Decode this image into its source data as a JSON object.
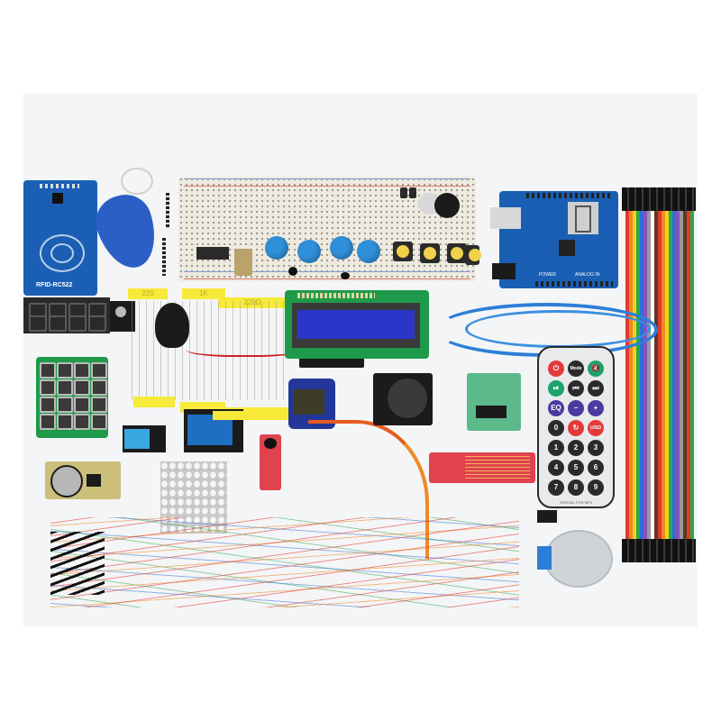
{
  "scene": {
    "description": "Arduino-compatible electronics starter kit laid out on a white background",
    "background_color": "#f4f5f7"
  },
  "components": {
    "rfid_module": {
      "label": "RFID-RC522",
      "color": "#1a5fb4"
    },
    "rfid_keyfob": {
      "color": "#2c5fc6"
    },
    "breadboard": {
      "color": "#efeae0"
    },
    "arduino_board": {
      "header_labels": [
        "POWER",
        "ANALOG IN"
      ],
      "color": "#1a5fb4"
    },
    "seven_segment_single": {
      "color": "#cfcfcf"
    },
    "seven_segment_4digit": {
      "digits": 4,
      "color": "#2a2a2a"
    },
    "lcd_1602": {
      "screen_color": "#2a36c8",
      "pcb_color": "#1e9a4a"
    },
    "resistor_tags": [
      "220",
      "1K",
      "220Ω"
    ],
    "membrane_keypad_4x4": {
      "keys": 16,
      "color": "#1e9a4a"
    },
    "dht11_sensor": {
      "color": "#39a8e0"
    },
    "relay_module": {
      "color": "#1f6fc0"
    },
    "servo_sg90": {
      "color": "#23379a"
    },
    "joystick_module": {
      "color": "#2a2a2a"
    },
    "uln2003_driver": {
      "color": "#5bb98a"
    },
    "sound_sensor": {
      "color": "#e0434e"
    },
    "water_level_sensor": {
      "color": "#e0434e"
    },
    "rtc_ds1302": {
      "color": "#cbbf7a"
    },
    "led_matrix_8x8": {
      "color": "#e6e6e6"
    },
    "stepper_motor": {
      "color": "#cfd4d8"
    },
    "usb_cable": {
      "color": "#2b7fd6"
    },
    "battery_clip": {
      "color": "#1b1b1b"
    },
    "ir_remote": {
      "footer_label": "SPECIAL FOR MP3",
      "buttons": [
        {
          "label": "⏻",
          "color": "#e33a3a"
        },
        {
          "label": "Mode",
          "color": "#2a2a2a"
        },
        {
          "label": "🔇",
          "color": "#1aa36b"
        },
        {
          "label": "⏯",
          "color": "#1aa36b"
        },
        {
          "label": "⏮",
          "color": "#2a2a2a"
        },
        {
          "label": "⏭",
          "color": "#2a2a2a"
        },
        {
          "label": "EQ",
          "color": "#4b3aa0"
        },
        {
          "label": "−",
          "color": "#4b3aa0"
        },
        {
          "label": "+",
          "color": "#4b3aa0"
        },
        {
          "label": "0",
          "color": "#2a2a2a"
        },
        {
          "label": "↻",
          "color": "#e33a3a"
        },
        {
          "label": "U/SD",
          "color": "#e33a3a"
        },
        {
          "label": "1",
          "color": "#2a2a2a"
        },
        {
          "label": "2",
          "color": "#2a2a2a"
        },
        {
          "label": "3",
          "color": "#2a2a2a"
        },
        {
          "label": "4",
          "color": "#2a2a2a"
        },
        {
          "label": "5",
          "color": "#2a2a2a"
        },
        {
          "label": "6",
          "color": "#2a2a2a"
        },
        {
          "label": "7",
          "color": "#2a2a2a"
        },
        {
          "label": "8",
          "color": "#2a2a2a"
        },
        {
          "label": "9",
          "color": "#2a2a2a"
        }
      ]
    },
    "jumper_wire_colors": [
      "#8b4a2a",
      "#e23b2b",
      "#f08a24",
      "#f2d31a",
      "#2aa84a",
      "#2f6fd6",
      "#8a4fc0",
      "#9a9a9a",
      "#ffffff",
      "#1b1b1b"
    ]
  }
}
